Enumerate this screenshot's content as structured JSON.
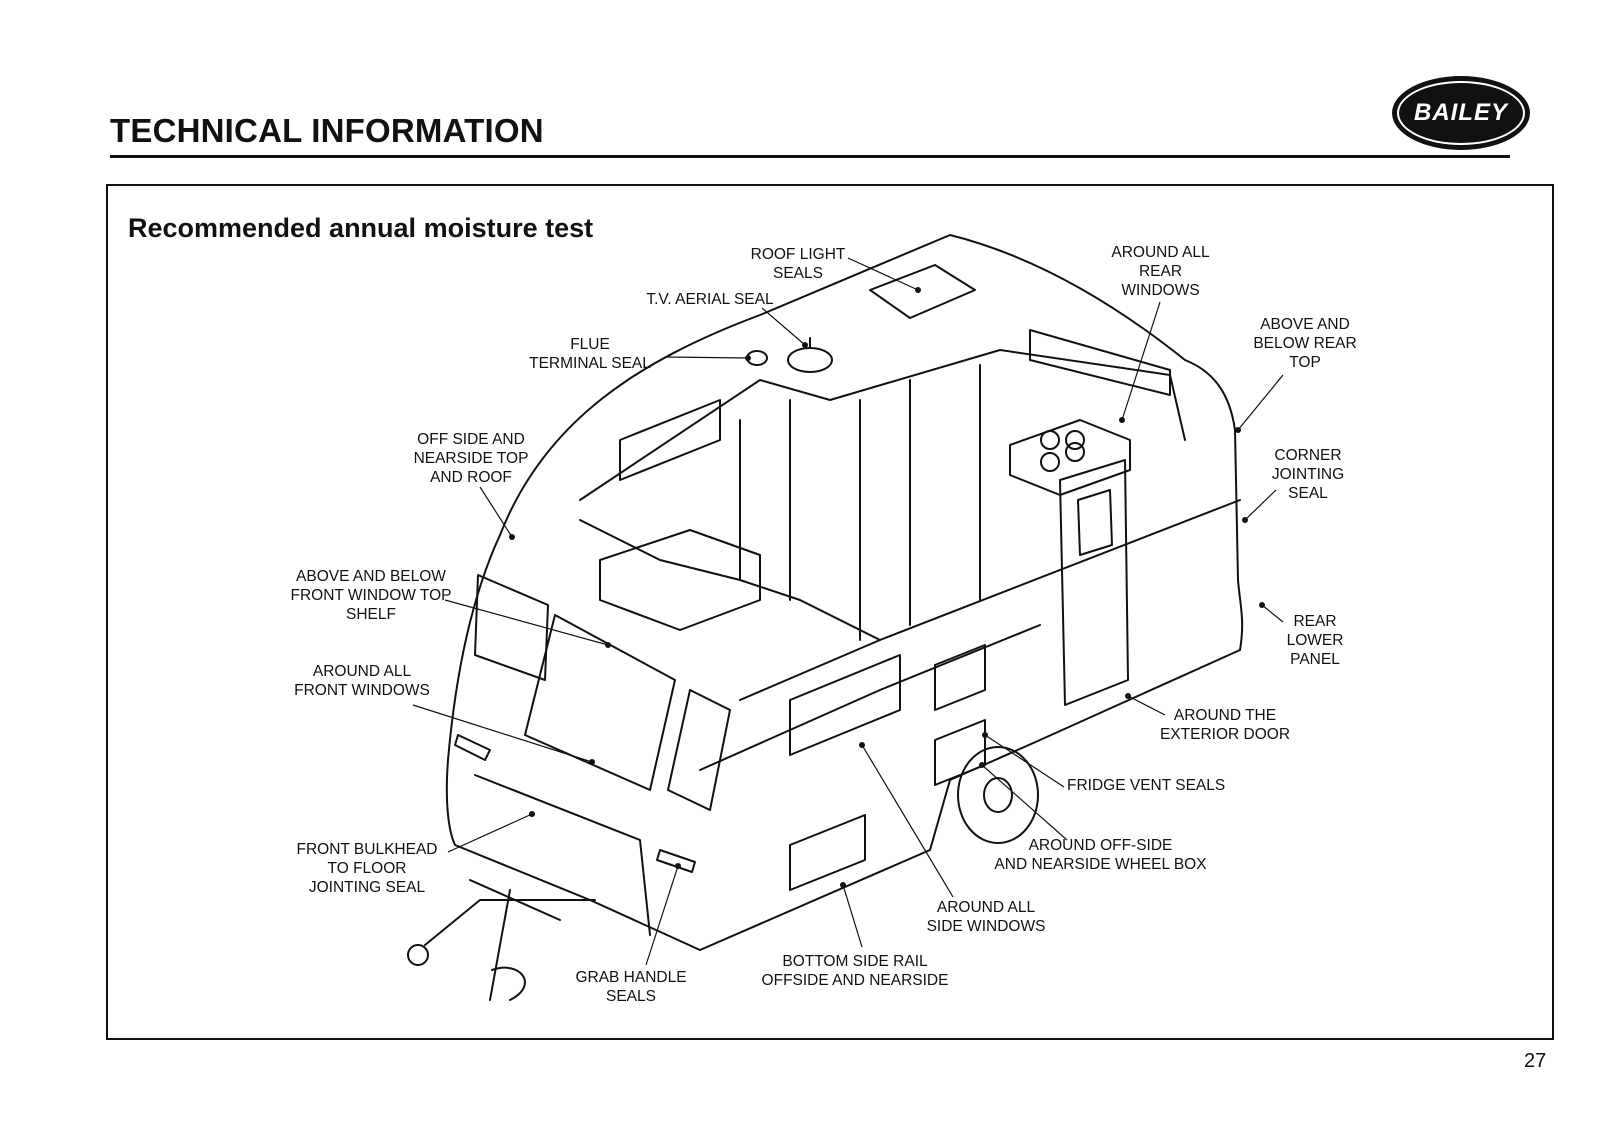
{
  "header": {
    "title": "TECHNICAL INFORMATION",
    "brand_logo": "BAILEY"
  },
  "panel": {
    "title": "Recommended annual moisture test"
  },
  "labels": {
    "roof_light_seals": "ROOF LIGHT\nSEALS",
    "tv_aerial_seal": "T.V. AERIAL SEAL",
    "flue_terminal_seal": "FLUE\nTERMINAL SEAL",
    "around_all_rear_windows": "AROUND ALL\nREAR\nWINDOWS",
    "above_below_rear_top": "ABOVE AND\nBELOW REAR\nTOP",
    "corner_jointing_seal": "CORNER\nJOINTING\nSEAL",
    "offside_nearside_top_roof": "OFF SIDE AND\nNEARSIDE TOP\nAND ROOF",
    "above_below_front_window_shelf": "ABOVE AND BELOW\nFRONT WINDOW TOP\nSHELF",
    "around_all_front_windows": "AROUND ALL\nFRONT WINDOWS",
    "rear_lower_panel": "REAR\nLOWER\nPANEL",
    "around_exterior_door": "AROUND THE\nEXTERIOR DOOR",
    "fridge_vent_seals": "FRIDGE VENT SEALS",
    "wheel_box": "AROUND OFF-SIDE\nAND NEARSIDE WHEEL BOX",
    "front_bulkhead": "FRONT BULKHEAD\nTO FLOOR\nJOINTING SEAL",
    "around_all_side_windows": "AROUND ALL\nSIDE WINDOWS",
    "bottom_side_rail": "BOTTOM SIDE RAIL\nOFFSIDE AND NEARSIDE",
    "grab_handle_seals": "GRAB HANDLE\nSEALS"
  },
  "footer": {
    "page_number": "27"
  }
}
